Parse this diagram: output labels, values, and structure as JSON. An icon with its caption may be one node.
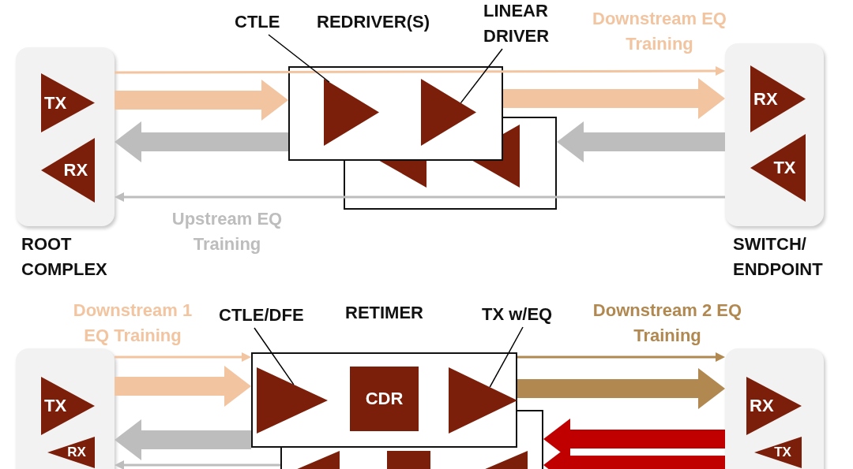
{
  "diagram": {
    "nodes": [
      {
        "text": [
          "ROOT COMPLEX"
        ]
      },
      {
        "text": [
          "TX"
        ],
        "in": 0
      },
      {
        "text": [
          "RX"
        ],
        "in": 0
      },
      {
        "text": [
          "CTLE"
        ]
      },
      {
        "text": [
          "REDRIVER(S)"
        ]
      },
      {
        "text": [],
        "shape": "triangle",
        "in": 4
      },
      {
        "text": [],
        "shape": "triangle",
        "in": 4
      },
      {
        "text": [
          "LINEAR DRIVER"
        ]
      },
      {
        "text": [],
        "shape": "box"
      },
      {
        "text": [],
        "shape": "triangle",
        "in": 8
      },
      {
        "text": [],
        "shape": "triangle",
        "in": 8
      },
      {
        "text": [
          "SWITCH/ ENDPOINT"
        ]
      },
      {
        "text": [
          "RX"
        ],
        "in": 11
      },
      {
        "text": [
          "TX"
        ],
        "in": 11
      },
      {
        "text": [],
        "shape": "box"
      },
      {
        "text": [
          "TX"
        ],
        "in": 14
      },
      {
        "text": [
          "RX"
        ],
        "in": 14
      },
      {
        "text": [
          "CTLE/DFE"
        ]
      },
      {
        "text": [
          "RETIMER"
        ]
      },
      {
        "text": [],
        "shape": "triangle",
        "in": 18
      },
      {
        "text": [
          "CDR"
        ],
        "in": 18
      },
      {
        "text": [],
        "shape": "triangle",
        "in": 18
      },
      {
        "text": [
          "TX w/EQ"
        ]
      },
      {
        "text": [],
        "shape": "box"
      },
      {
        "text": [],
        "shape": "triangle",
        "in": 23
      },
      {
        "text": [],
        "shape": "box",
        "in": 23
      },
      {
        "text": [],
        "shape": "triangle",
        "in": 23
      },
      {
        "text": [],
        "shape": "box"
      },
      {
        "text": [
          "RX"
        ],
        "in": 27
      },
      {
        "text": [
          "TX"
        ],
        "in": 27
      }
    ],
    "edges": [
      {
        "from": 0,
        "to": 11,
        "arrow": "to",
        "label": "Downstream EQ Training",
        "color": "#f2c4a0"
      },
      {
        "from": 0,
        "to": 4,
        "arrow": "to",
        "style": "thick",
        "color": "#f2c4a0"
      },
      {
        "from": 4,
        "to": 11,
        "arrow": "to",
        "style": "thick",
        "color": "#f2c4a0"
      },
      {
        "from": 4,
        "to": 0,
        "arrow": "to",
        "style": "thick",
        "color": "#bdbdbd"
      },
      {
        "from": 11,
        "to": 8,
        "arrow": "to",
        "style": "thick",
        "color": "#bdbdbd"
      },
      {
        "from": 11,
        "to": 0,
        "arrow": "to",
        "label": "Upstream EQ Training",
        "color": "#bdbdbd"
      },
      {
        "from": 3,
        "to": 5,
        "arrow": "none",
        "color": "#000000"
      },
      {
        "from": 7,
        "to": 6,
        "arrow": "none",
        "color": "#000000"
      },
      {
        "from": 14,
        "to": 18,
        "arrow": "to",
        "label": "Downstream 1 EQ Training",
        "color": "#f2c4a0"
      },
      {
        "from": 14,
        "to": 18,
        "arrow": "to",
        "style": "thick",
        "color": "#f2c4a0"
      },
      {
        "from": 18,
        "to": 14,
        "arrow": "to",
        "style": "thick",
        "color": "#bdbdbd"
      },
      {
        "from": 23,
        "to": 14,
        "arrow": "to",
        "color": "#bdbdbd"
      },
      {
        "from": 18,
        "to": 27,
        "arrow": "to",
        "label": "Downstream 2 EQ Training",
        "color": "#b08850"
      },
      {
        "from": 18,
        "to": 27,
        "arrow": "to",
        "style": "thick",
        "color": "#b08850"
      },
      {
        "from": 27,
        "to": 23,
        "arrow": "to",
        "style": "thick",
        "color": "#c00000"
      },
      {
        "from": 27,
        "to": 23,
        "arrow": "to",
        "style": "thick",
        "color": "#c00000"
      },
      {
        "from": 17,
        "to": 19,
        "arrow": "none",
        "color": "#000000"
      },
      {
        "from": 22,
        "to": 21,
        "arrow": "none",
        "color": "#000000"
      }
    ]
  }
}
